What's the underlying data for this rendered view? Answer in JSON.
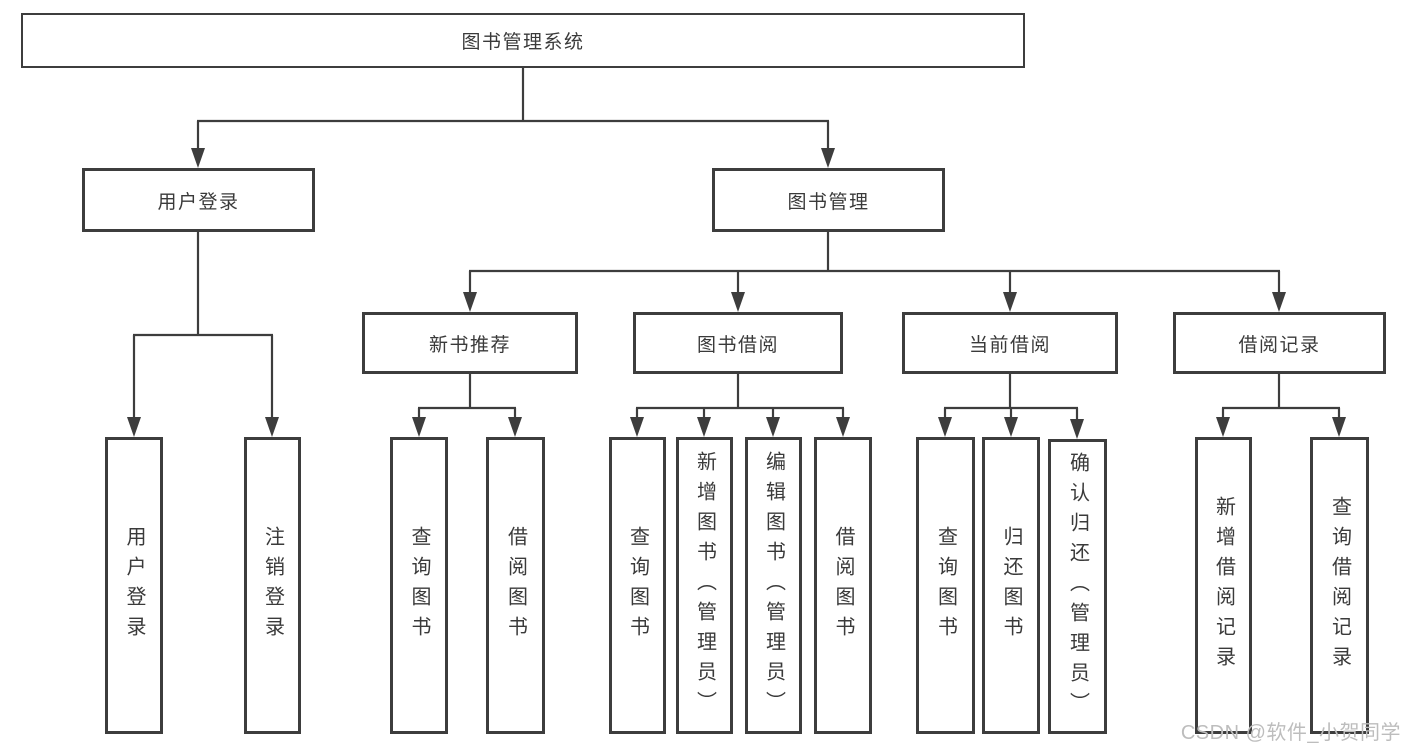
{
  "tree": {
    "root": {
      "label": "图书管理系统"
    },
    "branches": [
      {
        "label": "用户登录",
        "children": [
          "用户登录",
          "注销登录"
        ]
      },
      {
        "label": "图书管理",
        "groups": [
          {
            "label": "新书推荐",
            "children": [
              "查询图书",
              "借阅图书"
            ]
          },
          {
            "label": "图书借阅",
            "children": [
              "查询图书",
              "新增图书（管理员）",
              "编辑图书（管理员）",
              "借阅图书"
            ]
          },
          {
            "label": "当前借阅",
            "children": [
              "查询图书",
              "归还图书",
              "确认归还（管理员）"
            ]
          },
          {
            "label": "借阅记录",
            "children": [
              "新增借阅记录",
              "查询借阅记录"
            ]
          }
        ]
      }
    ]
  },
  "colors": {
    "line": "#3d3d3d",
    "text": "#3a3a3a",
    "watermark": "#bdbdbd",
    "background": "#ffffff"
  },
  "watermark": {
    "text": "CSDN @软件_小贺同学"
  }
}
